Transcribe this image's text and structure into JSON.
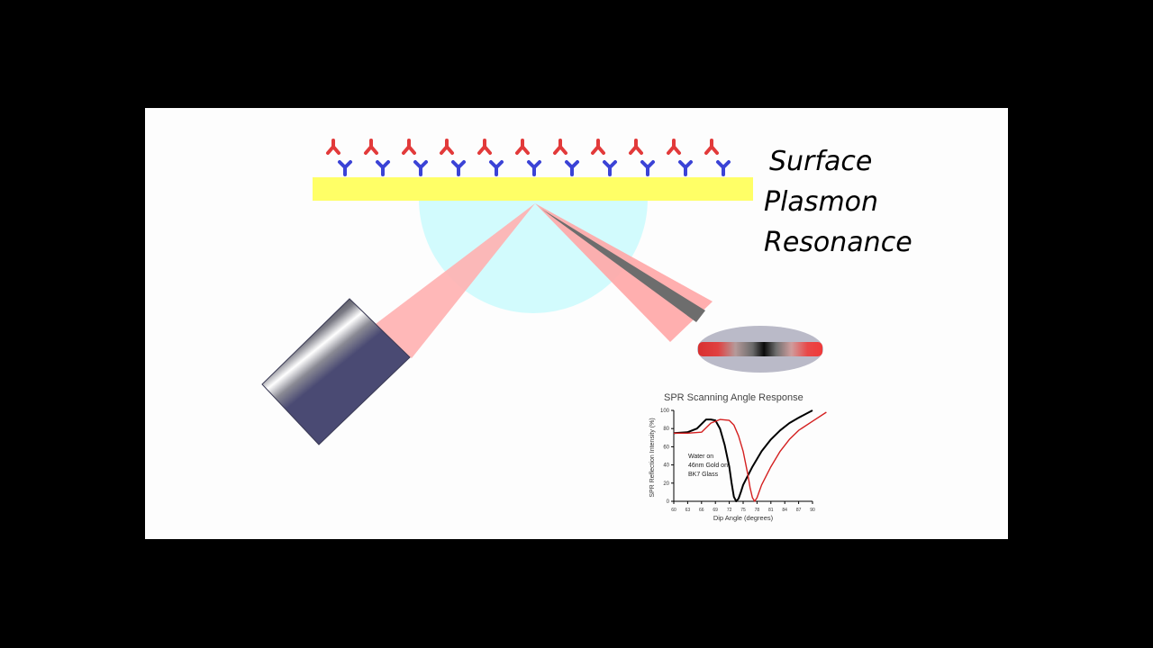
{
  "slide": {
    "title_lines": [
      "Surface",
      "Plasmon",
      "Resonance"
    ]
  },
  "diagram": {
    "gold_color": "#ffff66",
    "prism_color": "#d2fbfd",
    "incident_beam_color": "#ffb0b0",
    "reflected_beam_color": "#ffa6a6",
    "dark_band_color": "#6d6d6d",
    "lower_antibody_color": "#3b43d6",
    "upper_antibody_color": "#e23a3a",
    "upper_antibody_count": 11,
    "lower_antibody_count": 11
  },
  "chart_data": {
    "type": "line",
    "title": "SPR Scanning Angle Response",
    "xlabel": "Dip Angle (degrees)",
    "ylabel": "SPR Reflection Intensity (%)",
    "xlim": [
      60,
      90
    ],
    "ylim": [
      0,
      100
    ],
    "x_ticks": [
      "60",
      "63",
      "66",
      "69",
      "72",
      "75",
      "78",
      "81",
      "84",
      "87",
      "90"
    ],
    "y_ticks": [
      "0",
      "20",
      "40",
      "60",
      "80",
      "100"
    ],
    "annotation": [
      "Water on",
      "46nm Gold on",
      "BK7 Glass"
    ],
    "series": [
      {
        "color": "#000000",
        "x": [
          60,
          63,
          65,
          67,
          68,
          69,
          70,
          71,
          72,
          72.5,
          73,
          73.5,
          74,
          74.5,
          75,
          77,
          79,
          81,
          83,
          85,
          87,
          90
        ],
        "y": [
          75,
          76,
          80,
          90,
          90,
          89,
          80,
          62,
          38,
          20,
          5,
          0,
          3,
          10,
          18,
          38,
          55,
          68,
          78,
          86,
          92,
          100
        ]
      },
      {
        "color": "#d42020",
        "x": [
          60,
          63,
          66,
          68,
          70,
          72,
          73,
          74,
          75,
          76,
          76.5,
          77,
          77.5,
          78,
          79,
          81,
          83,
          85,
          87,
          90,
          93
        ],
        "y": [
          75,
          75,
          76,
          86,
          90,
          89,
          84,
          72,
          55,
          30,
          15,
          4,
          0,
          4,
          18,
          38,
          55,
          68,
          78,
          88,
          98
        ]
      }
    ]
  }
}
